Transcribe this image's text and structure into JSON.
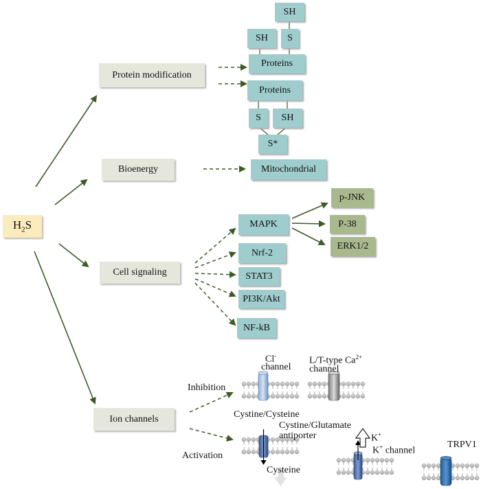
{
  "root": {
    "label_main": "H",
    "label_sub": "2",
    "label_end": "S"
  },
  "categories": {
    "protein": "Protein modification",
    "bioenergy": "Bioenergy",
    "signaling": "Cell signaling",
    "ion": "Ion channels"
  },
  "protein_mod": {
    "sh_top": "SH",
    "sh_left": "SH",
    "s_mid": "S",
    "proteins_a": "Proteins",
    "proteins_b": "Proteins",
    "s_left": "S",
    "sh_right": "SH",
    "s_star": "S*"
  },
  "bioenergy": {
    "mito": "Mitochondrial"
  },
  "signaling": {
    "mapk": "MAPK",
    "nrf2": "Nrf-2",
    "stat3": "STAT3",
    "pi3k": "PI3K/Akt",
    "nfkb": "NF-kB",
    "pjnk": "p-JNK",
    "p38": "P-38",
    "erk": "ERK1/2"
  },
  "ion_channels": {
    "inhibition": "Inhibition",
    "activation": "Activation",
    "cl_label": "Cl",
    "cl_sup": "-",
    "cl_channel": "channel",
    "ca_label": "L/T-type Ca",
    "ca_sup": "2+",
    "ca_channel": "channel",
    "cystine_line1": "Cystine/Cysteine",
    "cystine_line2": "Cystine/Glutamate",
    "cystine_line3": "antiporter",
    "cysteine": "Cysteine",
    "k_ion": "K",
    "k_ion_sup": "+",
    "k_channel": "K",
    "k_channel_sup": "+",
    "k_channel_text": " channel",
    "trpv1": "TRPV1"
  },
  "colors": {
    "arrow": "#3d5a26",
    "category_box": "#e6e7dc",
    "turquoise_box": "#9fcdcd",
    "olive_box": "#a9b98e",
    "h2s_box": "#fbebbd"
  }
}
